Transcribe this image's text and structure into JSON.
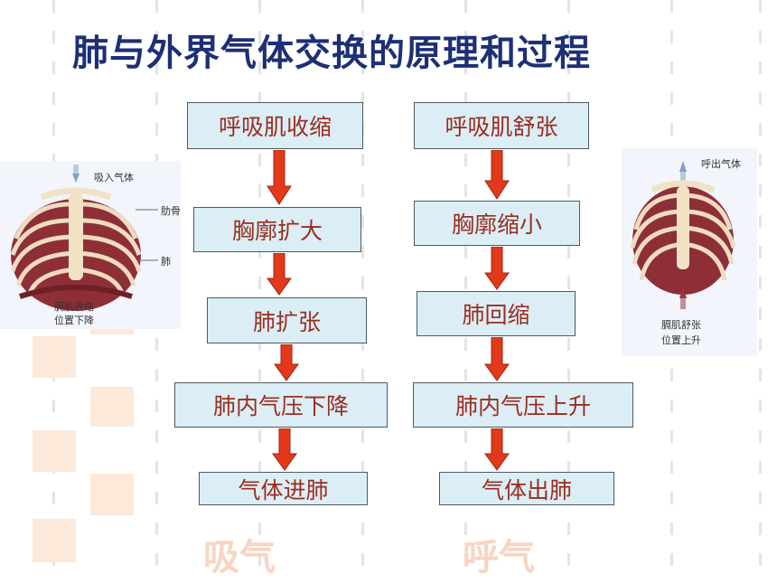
{
  "title": "肺与外界气体交换的原理和过程",
  "inhale": {
    "steps": [
      "呼吸肌收缩",
      "胸廓扩大",
      "肺扩张",
      "肺内气压下降",
      "气体进肺"
    ],
    "label": "吸气",
    "figure": {
      "air_label": "吸入气体",
      "rib_label": "肋骨",
      "lung_label": "肺",
      "diaphragm_label_1": "膈肌收缩",
      "diaphragm_label_2": "位置下降"
    }
  },
  "exhale": {
    "steps": [
      "呼吸肌舒张",
      "胸廓缩小",
      "肺回缩",
      "肺内气压上升",
      "气体出肺"
    ],
    "label": "呼气",
    "figure": {
      "air_label": "呼出气体",
      "diaphragm_label_1": "膈肌舒张",
      "diaphragm_label_2": "位置上升"
    }
  },
  "colors": {
    "title": "#1d2f75",
    "box_fill": "#dbeef6",
    "box_text": "#9b2d1f",
    "arrow": "#e3391a",
    "phase_text": "#f8d5c2"
  }
}
